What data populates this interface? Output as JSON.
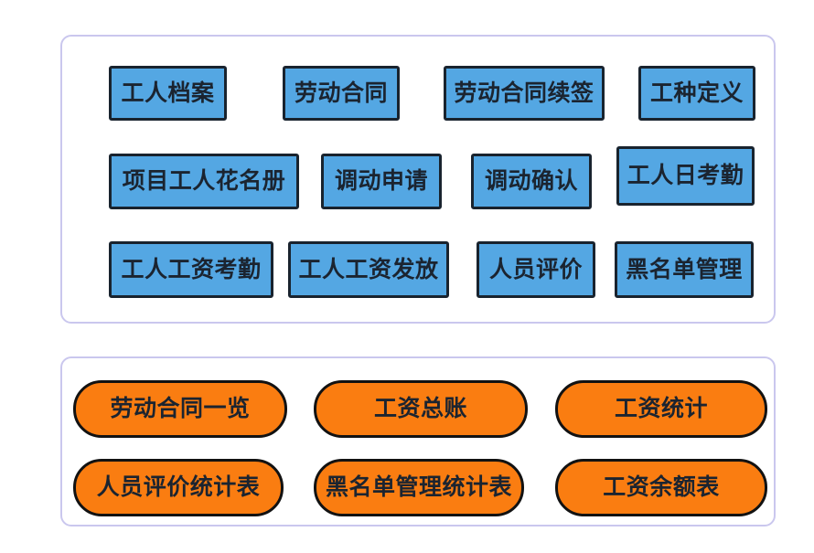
{
  "colors": {
    "module_button_fill": "#54a7e3",
    "module_button_border": "#19232e",
    "report_button_fill": "#fa7d11",
    "report_button_border": "#121212",
    "panel_border": "#cac7ee",
    "label_text": "#1b2430",
    "background": "#ffffff"
  },
  "modules": {
    "items": [
      {
        "label": "工人档案"
      },
      {
        "label": "劳动合同"
      },
      {
        "label": "劳动合同续签"
      },
      {
        "label": "工种定义"
      },
      {
        "label": "项目工人花名册"
      },
      {
        "label": "调动申请"
      },
      {
        "label": "调动确认"
      },
      {
        "label": "工人日考勤"
      },
      {
        "label": "工人工资考勤"
      },
      {
        "label": "工人工资发放"
      },
      {
        "label": "人员评价"
      },
      {
        "label": "黑名单管理"
      }
    ]
  },
  "reports": {
    "items": [
      {
        "label": "劳动合同一览"
      },
      {
        "label": "工资总账"
      },
      {
        "label": "工资统计"
      },
      {
        "label": "人员评价统计表"
      },
      {
        "label": "黑名单管理统计表"
      },
      {
        "label": "工资余额表"
      }
    ]
  }
}
